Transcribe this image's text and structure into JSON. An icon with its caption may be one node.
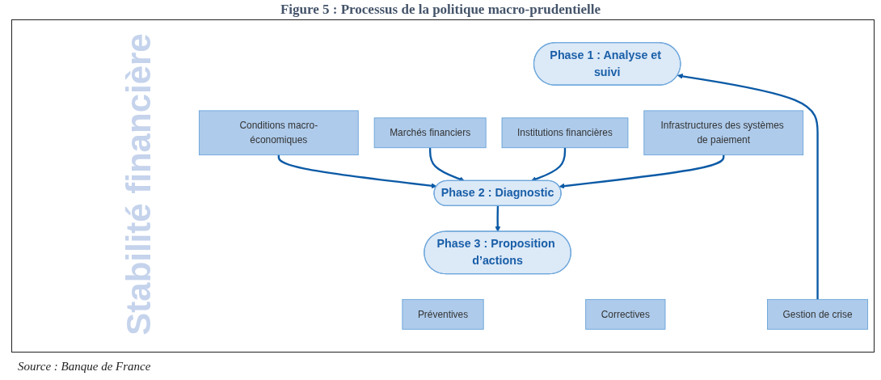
{
  "diagram": {
    "title": "Figure 5 : Processus de la politique macro-prudentielle",
    "caption": "Source : Banque de France",
    "nodes": [
      {
        "text": [
          "Phase 1 : Analyse et suivi"
        ]
      },
      {
        "text": [
          "Conditions macro-économiques"
        ]
      },
      {
        "text": [
          "Marchés financiers"
        ]
      },
      {
        "text": [
          "Institutions financières"
        ]
      },
      {
        "text": [
          "Infrastructures des systèmes de paiement"
        ]
      },
      {
        "text": [
          "Phase 2 : Diagnostic"
        ]
      },
      {
        "text": [
          "Phase 3 : Proposition d’actions"
        ]
      },
      {
        "text": [
          "Préventives"
        ]
      },
      {
        "text": [
          "Correctives"
        ]
      },
      {
        "text": [
          "Gestion de crise"
        ]
      }
    ],
    "edges": [
      {
        "from": 1,
        "to": 5,
        "arrow": "to"
      },
      {
        "from": 2,
        "to": 5,
        "arrow": "to"
      },
      {
        "from": 3,
        "to": 5,
        "arrow": "to"
      },
      {
        "from": 4,
        "to": 5,
        "arrow": "to"
      },
      {
        "from": 5,
        "to": 6,
        "arrow": "to"
      },
      {
        "from": 9,
        "to": 0,
        "arrow": "to"
      }
    ],
    "labels": [
      "Stabilité financière"
    ]
  }
}
